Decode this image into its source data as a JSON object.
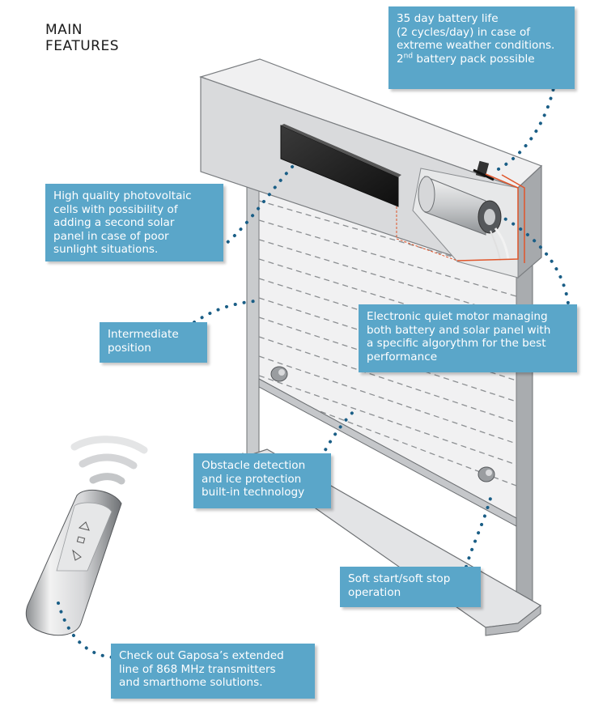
{
  "title": {
    "line1": "MAIN",
    "line2": "FEATURES"
  },
  "callouts": {
    "battery": {
      "line1": "35 day battery life",
      "line2": "(2 cycles/day) in case of",
      "line3": "extreme weather conditions.",
      "line4_num": "2",
      "line4_sup": "nd",
      "line4_rest": " battery pack possible"
    },
    "photovoltaic": {
      "lines": [
        "High quality photovoltaic",
        "cells with possibility of",
        "adding a second solar",
        "panel in case of poor",
        "sunlight situations."
      ]
    },
    "intermediate": {
      "lines": [
        "Intermediate",
        "position"
      ]
    },
    "motor": {
      "lines": [
        "Electronic quiet motor managing",
        "both battery and solar panel with",
        "a specific algorythm for the best",
        "performance"
      ]
    },
    "obstacle": {
      "lines": [
        "Obstacle detection",
        "and ice protection",
        "built-in technology"
      ]
    },
    "softstart": {
      "lines": [
        "Soft start/soft stop",
        "operation"
      ]
    },
    "transmitters": {
      "lines": [
        "Check out Gaposa’s extended",
        "line of 868 MHz transmitters",
        "and smarthome solutions."
      ]
    }
  },
  "colors": {
    "callout_bg": "#5aa6c9",
    "connector_dots": "#1a5e86",
    "solar_panel": "#222222",
    "wiring": "#e0552a"
  },
  "icons": [
    "solar-panel",
    "tubular-motor",
    "remote-control",
    "wireless-signal",
    "obstacle-sensor"
  ]
}
